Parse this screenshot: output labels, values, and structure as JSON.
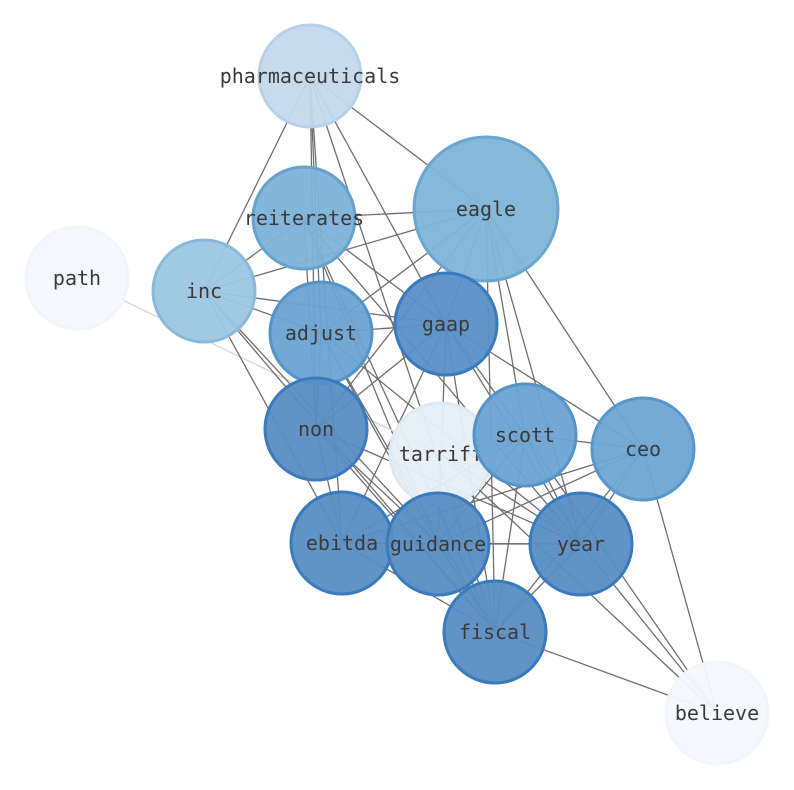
{
  "nodes": [
    {
      "id": "pharmaceuticals",
      "label": "pharmaceuticals",
      "color": "#c3d9ec",
      "stroke": "#b6d1e8"
    },
    {
      "id": "eagle",
      "label": "eagle",
      "color": "#80b4d8",
      "stroke": "#6aa6d0"
    },
    {
      "id": "reiterates",
      "label": "reiterates",
      "color": "#7db1d8",
      "stroke": "#66a3cf"
    },
    {
      "id": "path",
      "label": "path",
      "color": "#f4f9fd",
      "stroke": "#f0f6fb"
    },
    {
      "id": "inc",
      "label": "inc",
      "color": "#9cc6e2",
      "stroke": "#89badb"
    },
    {
      "id": "adjust",
      "label": "adjust",
      "color": "#6aa3d1",
      "stroke": "#5594c9"
    },
    {
      "id": "gaap",
      "label": "gaap",
      "color": "#5a8fc6",
      "stroke": "#3a7bbd"
    },
    {
      "id": "non",
      "label": "non",
      "color": "#5a8dc4",
      "stroke": "#3a7bbd"
    },
    {
      "id": "tarriff",
      "label": "tarriff",
      "color": "#e6eff8",
      "stroke": "#dde9f5"
    },
    {
      "id": "scott",
      "label": "scott",
      "color": "#6aa3d1",
      "stroke": "#5594c9"
    },
    {
      "id": "ceo",
      "label": "ceo",
      "color": "#6ea5d3",
      "stroke": "#5897cb"
    },
    {
      "id": "ebitda",
      "label": "ebitda",
      "color": "#5a8dc4",
      "stroke": "#3a7bbd"
    },
    {
      "id": "guidance",
      "label": "guidance",
      "color": "#5a8dc4",
      "stroke": "#3a7bbd"
    },
    {
      "id": "year",
      "label": "year",
      "color": "#5a8dc4",
      "stroke": "#3a7bbd"
    },
    {
      "id": "fiscal",
      "label": "fiscal",
      "color": "#5a8dc4",
      "stroke": "#3a7bbd"
    },
    {
      "id": "believe",
      "label": "believe",
      "color": "#f4f9fd",
      "stroke": "#f0f6fb"
    }
  ],
  "edges": [
    [
      "pharmaceuticals",
      "eagle"
    ],
    [
      "pharmaceuticals",
      "inc"
    ],
    [
      "pharmaceuticals",
      "gaap"
    ],
    [
      "pharmaceuticals",
      "non"
    ],
    [
      "pharmaceuticals",
      "ebitda"
    ],
    [
      "pharmaceuticals",
      "fiscal"
    ],
    [
      "pharmaceuticals",
      "adjust"
    ],
    [
      "eagle",
      "reiterates"
    ],
    [
      "eagle",
      "inc"
    ],
    [
      "eagle",
      "adjust"
    ],
    [
      "eagle",
      "gaap"
    ],
    [
      "eagle",
      "non"
    ],
    [
      "eagle",
      "scott"
    ],
    [
      "eagle",
      "ceo"
    ],
    [
      "eagle",
      "year"
    ],
    [
      "eagle",
      "fiscal"
    ],
    [
      "reiterates",
      "inc"
    ],
    [
      "reiterates",
      "gaap"
    ],
    [
      "reiterates",
      "non"
    ],
    [
      "reiterates",
      "guidance"
    ],
    [
      "reiterates",
      "fiscal"
    ],
    [
      "reiterates",
      "year"
    ],
    [
      "path",
      "tarriff",
      "faint"
    ],
    [
      "inc",
      "gaap"
    ],
    [
      "inc",
      "adjust"
    ],
    [
      "inc",
      "ebitda"
    ],
    [
      "inc",
      "guidance"
    ],
    [
      "inc",
      "fiscal"
    ],
    [
      "adjust",
      "gaap"
    ],
    [
      "adjust",
      "non"
    ],
    [
      "adjust",
      "guidance"
    ],
    [
      "adjust",
      "fiscal"
    ],
    [
      "adjust",
      "year"
    ],
    [
      "gaap",
      "non"
    ],
    [
      "gaap",
      "scott"
    ],
    [
      "gaap",
      "ceo"
    ],
    [
      "gaap",
      "ebitda"
    ],
    [
      "gaap",
      "guidance"
    ],
    [
      "gaap",
      "fiscal"
    ],
    [
      "gaap",
      "year"
    ],
    [
      "non",
      "guidance"
    ],
    [
      "non",
      "fiscal"
    ],
    [
      "non",
      "year"
    ],
    [
      "non",
      "ebitda"
    ],
    [
      "tarriff",
      "year"
    ],
    [
      "tarriff",
      "guidance"
    ],
    [
      "tarriff",
      "believe"
    ],
    [
      "scott",
      "ceo"
    ],
    [
      "scott",
      "ebitda"
    ],
    [
      "scott",
      "guidance"
    ],
    [
      "scott",
      "year"
    ],
    [
      "scott",
      "fiscal"
    ],
    [
      "scott",
      "believe"
    ],
    [
      "ceo",
      "ebitda"
    ],
    [
      "ceo",
      "guidance"
    ],
    [
      "ceo",
      "year"
    ],
    [
      "ceo",
      "fiscal"
    ],
    [
      "ceo",
      "believe"
    ],
    [
      "ebitda",
      "guidance"
    ],
    [
      "ebitda",
      "year"
    ],
    [
      "ebitda",
      "fiscal"
    ],
    [
      "guidance",
      "year"
    ],
    [
      "guidance",
      "fiscal"
    ],
    [
      "year",
      "fiscal"
    ],
    [
      "year",
      "believe"
    ],
    [
      "fiscal",
      "believe"
    ]
  ]
}
